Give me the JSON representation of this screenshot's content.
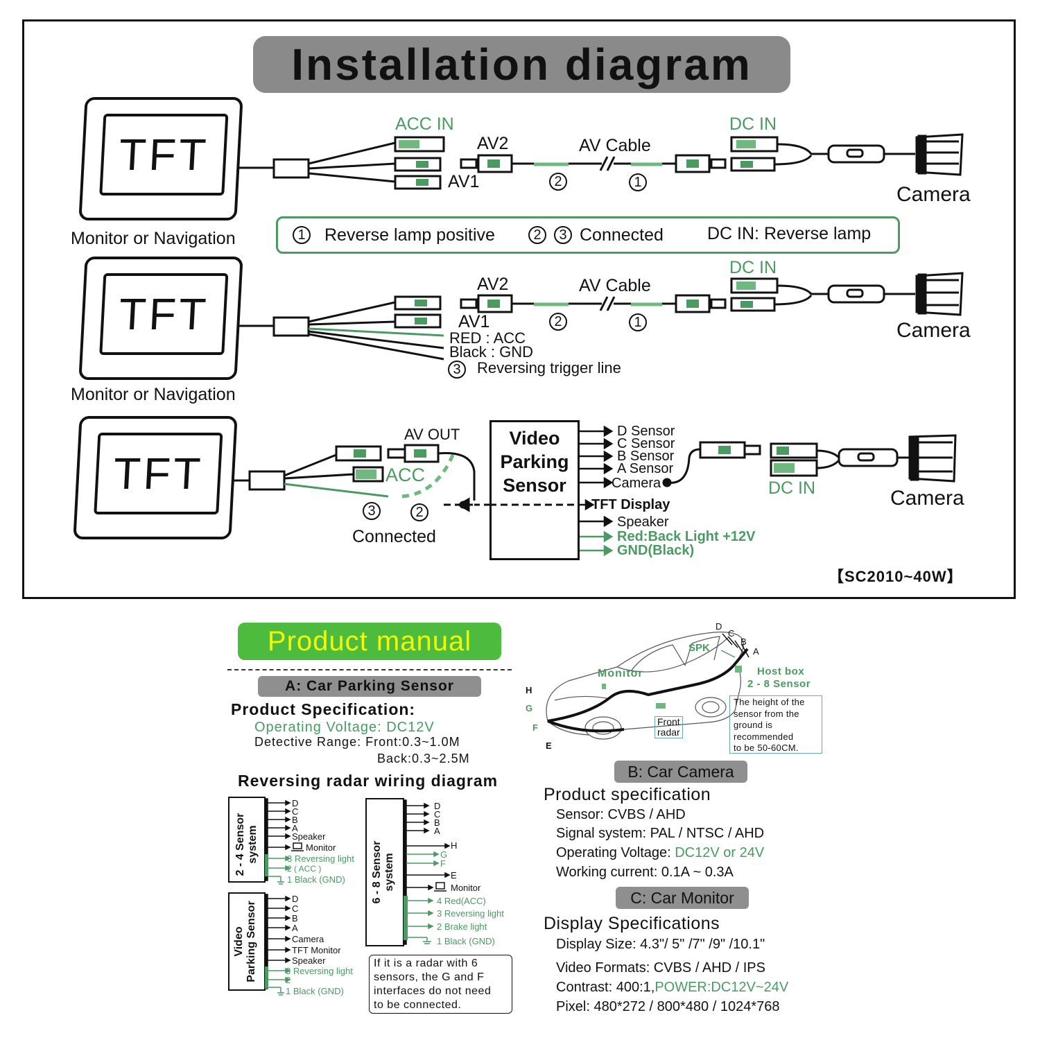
{
  "installation": {
    "title": "Installation diagram",
    "monitor_screen": "TFT",
    "monitor_label": "Monitor or Navigation",
    "camera_label": "Camera",
    "acc_in": "ACC IN",
    "dc_in": "DC IN",
    "av1": "AV1",
    "av2": "AV2",
    "av_cable": "AV Cable",
    "num1": "1",
    "num2": "2",
    "num3": "3",
    "legend": {
      "reverse_lamp_positive": "Reverse lamp positive",
      "connected": "Connected",
      "dc_in_reverse": "DC IN: Reverse lamp"
    },
    "red_acc": "RED : ACC",
    "black_gnd": "Black : GND",
    "reversing_trigger": "Reversing trigger line",
    "av_out": "AV OUT",
    "acc": "ACC",
    "connected": "Connected",
    "vps": [
      "Video",
      "Parking",
      "Sensor"
    ],
    "vps_outputs": [
      "D Sensor",
      "C Sensor",
      "B Sensor",
      "A Sensor",
      "Camera",
      "TFT Display",
      "Speaker",
      "Red:Back Light +12V",
      "GND(Black)"
    ],
    "model": "【SC2010~40W】"
  },
  "manual": {
    "title": "Product manual",
    "section_a": {
      "title": "A: Car Parking Sensor",
      "spec_heading": "Product Specification:",
      "operating_voltage": "Operating Voltage: DC12V",
      "detective_range": "Detective Range: Front:0.3~1.0M",
      "back_range": "Back:0.3~2.5M",
      "wiring_heading": "Reversing radar wiring diagram"
    },
    "sys24": {
      "label": [
        "2 - 4 Sensor",
        "system"
      ],
      "outputs": [
        "D",
        "C",
        "B",
        "A",
        "Speaker",
        "Monitor"
      ],
      "green": [
        "3 Reversing light",
        "2 ( ACC )",
        "1 Black (GND)"
      ]
    },
    "sysvps": {
      "label": [
        "Video",
        "Parking Sensor"
      ],
      "outputs": [
        "D",
        "C",
        "B",
        "A",
        "Camera",
        "TFT Monitor",
        "Speaker"
      ],
      "green": [
        "3 Reversing light",
        "2",
        "1 Black (GND)"
      ]
    },
    "sys68": {
      "label": [
        "6 - 8 Sensor",
        "system"
      ],
      "outputs": [
        "D",
        "C",
        "B",
        "A",
        "H",
        "G",
        "F",
        "E",
        "Monitor"
      ],
      "green": [
        "4  Red(ACC)",
        "3  Reversing light",
        "2  Brake light",
        "1  Black (GND)"
      ]
    },
    "note": [
      "If it is a radar with 6",
      "sensors, the G and F",
      "interfaces do not need",
      "to be connected."
    ],
    "car": {
      "monitor": "Monitor",
      "spk": "SPK",
      "host_box": "Host box",
      "sensor_count": "2 - 8 Sensor",
      "front_radar": [
        "Front",
        "radar"
      ],
      "letters_rear": [
        "D",
        "C",
        "B",
        "A"
      ],
      "letters_front": [
        "H",
        "G",
        "F",
        "E"
      ],
      "height_note": [
        "The height of the",
        "sensor from the",
        "ground is",
        "recommended",
        "to be 50-60CM."
      ]
    },
    "section_b": {
      "title": "B: Car Camera",
      "heading": "Product specification",
      "sensor": "Sensor: CVBS / AHD",
      "signal": "Signal system: PAL / NTSC / AHD",
      "voltage_label": "Operating Voltage: ",
      "voltage_value": "DC12V or 24V",
      "current": "Working current: 0.1A ~ 0.3A"
    },
    "section_c": {
      "title": "C: Car Monitor",
      "heading": "Display Specifications",
      "display_size": "Display Size: 4.3\"/ 5\" /7\" /9\" /10.1\"",
      "video_formats": "Video Formats: CVBS / AHD / IPS",
      "contrast_label": "Contrast: 400:1,",
      "power": "POWER:DC12V~24V",
      "pixel": "Pixel: 480*272 / 800*480 / 1024*768"
    }
  },
  "colors": {
    "green": "#4a9a62",
    "pill_gray": "#8a8a8a",
    "manual_green": "#4dbb3d",
    "manual_yellow": "#f4f800"
  }
}
